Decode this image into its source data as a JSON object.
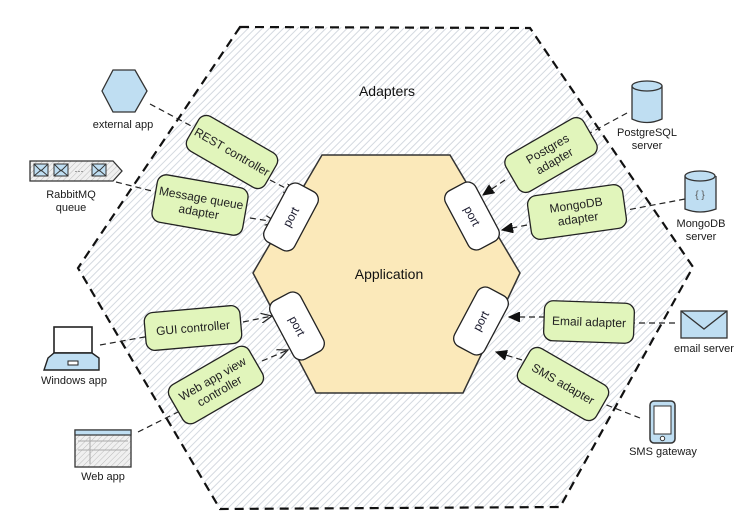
{
  "diagram": {
    "outer_label": "Adapters",
    "inner_label": "Application",
    "port_label": "port",
    "colors": {
      "adapter_fill": "#e1f5bb",
      "application_fill": "#fbe9ba",
      "external_icon_fill": "#bfdef2",
      "hatch": "#d4d9e0",
      "stroke": "#222222"
    },
    "ports": [
      {
        "id": "port-top-left",
        "label": "port"
      },
      {
        "id": "port-bottom-left",
        "label": "port"
      },
      {
        "id": "port-top-right",
        "label": "port"
      },
      {
        "id": "port-bottom-right",
        "label": "port"
      }
    ],
    "adapters": [
      {
        "id": "rest-controller",
        "lines": [
          "REST controller"
        ],
        "direction": "driving"
      },
      {
        "id": "message-queue-adapter",
        "lines": [
          "Message queue",
          "adapter"
        ],
        "direction": "driving"
      },
      {
        "id": "gui-controller",
        "lines": [
          "GUI controller"
        ],
        "direction": "driving"
      },
      {
        "id": "web-app-view-controller",
        "lines": [
          "Web app view",
          "controller"
        ],
        "direction": "driving"
      },
      {
        "id": "postgres-adapter",
        "lines": [
          "Postgres",
          "adapter"
        ],
        "direction": "driven"
      },
      {
        "id": "mongodb-adapter",
        "lines": [
          "MongoDB",
          "adapter"
        ],
        "direction": "driven"
      },
      {
        "id": "email-adapter",
        "lines": [
          "Email adapter"
        ],
        "direction": "driven"
      },
      {
        "id": "sms-adapter",
        "lines": [
          "SMS adapter"
        ],
        "direction": "driven"
      }
    ],
    "externals": [
      {
        "id": "external-app",
        "lines": [
          "external app"
        ],
        "icon": "hexagon-icon"
      },
      {
        "id": "rabbitmq-queue",
        "lines": [
          "RabbitMQ",
          "queue"
        ],
        "icon": "message-queue-icon"
      },
      {
        "id": "windows-app",
        "lines": [
          "Windows app"
        ],
        "icon": "laptop-icon"
      },
      {
        "id": "web-app",
        "lines": [
          "Web app"
        ],
        "icon": "browser-window-icon"
      },
      {
        "id": "postgresql-server",
        "lines": [
          "PostgreSQL",
          "server"
        ],
        "icon": "database-icon"
      },
      {
        "id": "mongodb-server",
        "lines": [
          "MongoDB",
          "server"
        ],
        "icon": "document-database-icon",
        "icon_text": "{ }"
      },
      {
        "id": "email-server",
        "lines": [
          "email server"
        ],
        "icon": "envelope-icon"
      },
      {
        "id": "sms-gateway",
        "lines": [
          "SMS gateway"
        ],
        "icon": "smartphone-icon"
      }
    ]
  }
}
